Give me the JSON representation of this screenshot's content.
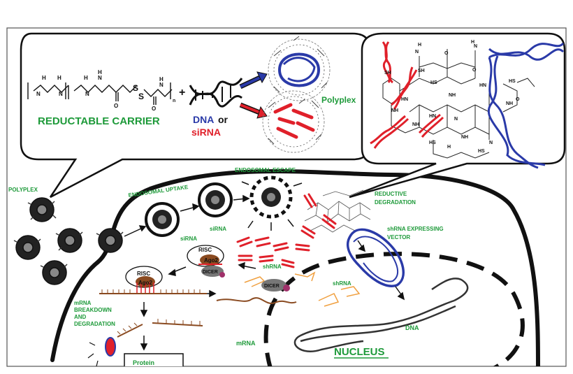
{
  "carrier": {
    "title": "REDUCTABLE CARRIER",
    "plus": "+",
    "dna_label": "DNA",
    "or_label": "or",
    "sirna_label": "siRNA",
    "polyplex_label": "Polyplex",
    "formula_sub_n": "n",
    "atom_h": "H",
    "atom_n": "N",
    "atom_s": "S",
    "atom_o": "O"
  },
  "zoom": {
    "atoms": [
      "SH",
      "SH",
      "HS",
      "HS",
      "HS",
      "HS",
      "NH",
      "NH",
      "NH",
      "NH",
      "NH",
      "HN",
      "HN",
      "HN",
      "N",
      "N",
      "N",
      "N",
      "H",
      "H",
      "H",
      "O",
      "O",
      "O"
    ]
  },
  "cell": {
    "polyplex_label": "POLYPLEX",
    "endosomal_uptake": "ENDOSOMAL UPTAKE",
    "endosomal_escape": "ENDOSOMAL ESCAPE",
    "reductive_line1": "REDUCTIVE",
    "reductive_line2": "DEGRADATION",
    "shrna_vector_line1": "shRNA EXPRESSING",
    "shrna_vector_line2": "VECTOR",
    "sirna_1": "siRNA",
    "sirna_2": "siRNA",
    "risc_1": "RISC",
    "ago2_1": "Ago2",
    "dicer_1": "DICER",
    "risc_2": "RISC",
    "ago2_2": "Ago2",
    "dicer_2": "DICER",
    "shrna_1": "shRNA",
    "shrna_2": "shRNA",
    "mrna_bd_1": "mRNA",
    "mrna_bd_2": "BREAKDOWN",
    "mrna_bd_3": "AND",
    "mrna_bd_4": "DEGRADATION",
    "mrna": "mRNA",
    "dna": "DNA",
    "nucleus": "NUCLEUS",
    "protein": "Protein"
  },
  "colors": {
    "green": "#1e9a3a",
    "blue": "#2a3aa8",
    "red": "#e0202a",
    "orange": "#f0a040",
    "brown": "#8a4a20"
  }
}
